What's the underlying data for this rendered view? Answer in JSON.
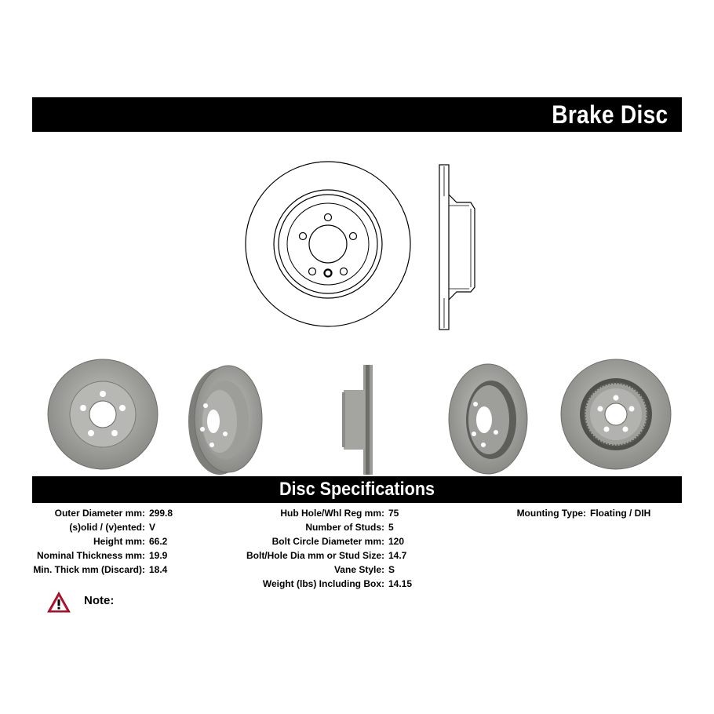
{
  "header": {
    "title": "Brake Disc"
  },
  "specs_header": {
    "title": "Disc Specifications"
  },
  "specs": {
    "col1": [
      {
        "label": "Outer Diameter mm:",
        "value": "299.8"
      },
      {
        "label": "(s)olid / (v)ented:",
        "value": "V"
      },
      {
        "label": "Height mm:",
        "value": "66.2"
      },
      {
        "label": "Nominal Thickness mm:",
        "value": "19.9"
      },
      {
        "label": "Min. Thick mm (Discard):",
        "value": "18.4"
      }
    ],
    "col2": [
      {
        "label": "Hub Hole/Whl Reg mm:",
        "value": "75"
      },
      {
        "label": "Number of Studs:",
        "value": "5"
      },
      {
        "label": "Bolt Circle Diameter mm:",
        "value": "120"
      },
      {
        "label": "Bolt/Hole Dia mm or Stud Size:",
        "value": "14.7"
      },
      {
        "label": "Vane Style:",
        "value": "S"
      },
      {
        "label": "Weight (lbs) Including Box:",
        "value": "14.15"
      }
    ],
    "col3": [
      {
        "label": "Mounting Type:",
        "value": "Floating / DIH"
      }
    ]
  },
  "note": {
    "label": "Note:",
    "icon": "warning-icon",
    "icon_color": "#c8102e"
  },
  "colors": {
    "bar": "#000000",
    "disc_gray": "#a9a9a6",
    "disc_dark": "#5f5f5c"
  }
}
